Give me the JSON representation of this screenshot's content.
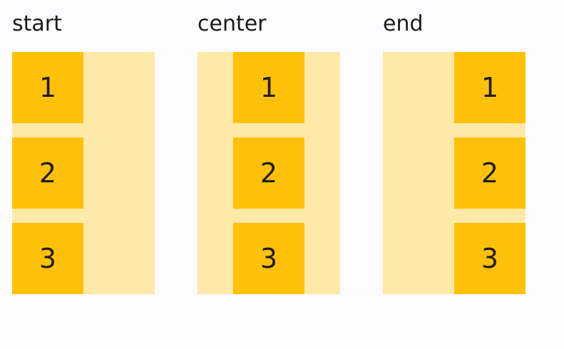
{
  "colors": {
    "background": "#FCFCFE",
    "container": "#FFE9A8",
    "item": "#FFC107",
    "label_text": "#1B1B1B",
    "item_text": "#1F1F1F"
  },
  "groups": [
    {
      "label": "start",
      "alignment": "start",
      "items": [
        "1",
        "2",
        "3"
      ]
    },
    {
      "label": "center",
      "alignment": "center",
      "items": [
        "1",
        "2",
        "3"
      ]
    },
    {
      "label": "end",
      "alignment": "end",
      "items": [
        "1",
        "2",
        "3"
      ]
    }
  ]
}
